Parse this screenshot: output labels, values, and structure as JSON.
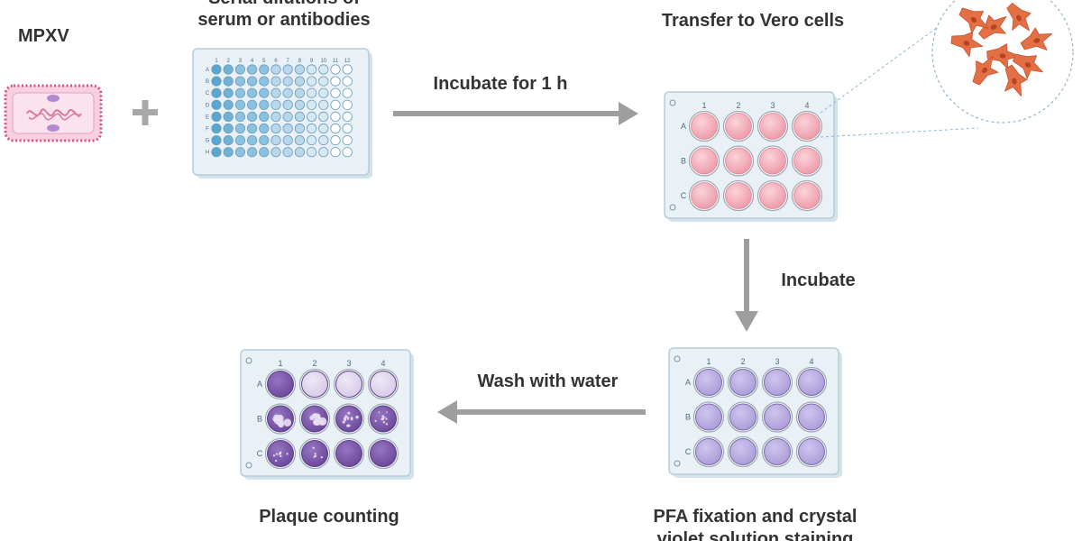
{
  "labels": {
    "virus": "MPXV",
    "dilution_line1": "Serial dilutions of",
    "dilution_line2": "serum or antibodies",
    "transfer": "Transfer to Vero cells",
    "incubate_1h": "Incubate for 1 h",
    "incubate": "Incubate",
    "wash": "Wash with water",
    "pfa_line1": "PFA fixation and crystal",
    "pfa_line2": "violet solution staining",
    "plaque": "Plaque counting"
  },
  "plate96": {
    "row_labels": [
      "A",
      "B",
      "C",
      "D",
      "E",
      "F",
      "G",
      "H"
    ],
    "col_labels": [
      "1",
      "2",
      "3",
      "4",
      "5",
      "6",
      "7",
      "8",
      "9",
      "10",
      "11",
      "12"
    ]
  },
  "plate12": {
    "row_labels": [
      "A",
      "B",
      "C"
    ],
    "col_labels": [
      "1",
      "2",
      "3",
      "4"
    ]
  },
  "colors": {
    "arrow": "#9e9e9e",
    "text": "#333333",
    "virus_fill": "#f6cfe0",
    "virus_border": "#d9547f",
    "plate_body": "#e9f1f6",
    "plate_edge": "#b8ccd8",
    "well_blue": "#6fb2d6",
    "well_pink": "#f0a4b0",
    "well_lilac": "#b9aee0",
    "well_purple": "#7d5aa8",
    "cell_orange": "#e36f45"
  }
}
